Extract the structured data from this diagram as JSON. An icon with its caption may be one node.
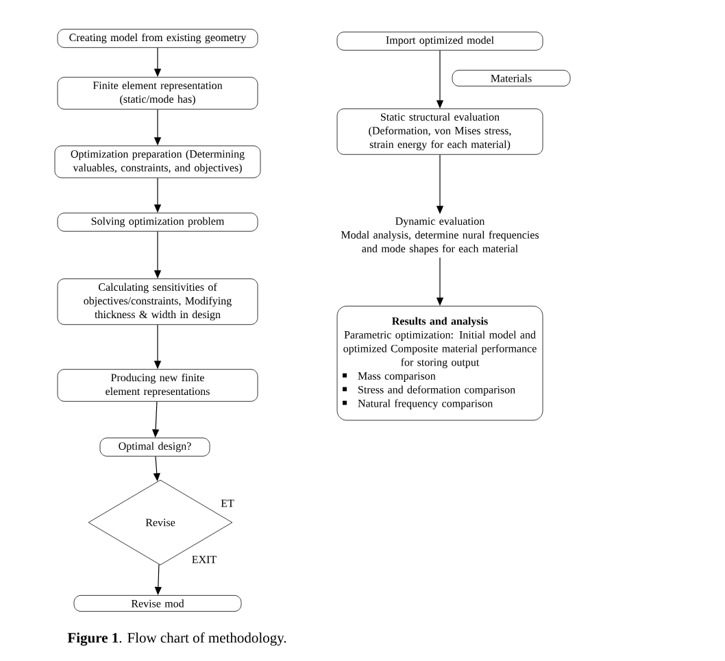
{
  "diagram": {
    "caption": "**Figure 1**. Flow chart of methodology.",
    "nodes": [
      {
        "text": [
          "Creating model from existing geometry"
        ]
      },
      {
        "text": [
          "Finite element representation (static/mode has)"
        ]
      },
      {
        "text": [
          "Optimization preparation (Determining valuables, constraints, and objectives)"
        ]
      },
      {
        "text": [
          "Solving optimization problem"
        ]
      },
      {
        "text": [
          "Calculating sensitivities of objectives/constraints, Modifying thickness & width in design"
        ]
      },
      {
        "text": [
          "Producing new finite element representations"
        ]
      },
      {
        "text": [
          "Optimal design?"
        ]
      },
      {
        "text": [
          "Revise"
        ]
      },
      {
        "text": [
          "Revise mod"
        ]
      },
      {
        "text": [
          "Import optimized model"
        ]
      },
      {
        "text": [
          "Materials"
        ]
      },
      {
        "text": [
          "Static structural evaluation (Deformation, von Mises stress, strain energy for each material)"
        ]
      },
      {
        "text": [
          "Dynamic evaluation",
          "Modal analysis, determine nural frequencies and mode shapes for each material"
        ]
      },
      {
        "text": [
          "Results and analysis",
          "Parametric optimization: Initial model and optimized Composite material performance for storing output",
          "Mass comparison",
          "Stress and deformation comparison",
          "Natural frequency comparison"
        ]
      }
    ],
    "edges": [
      {
        "from": 0,
        "to": 1,
        "arrow": "to"
      },
      {
        "from": 1,
        "to": 2,
        "arrow": "to"
      },
      {
        "from": 2,
        "to": 3,
        "arrow": "to"
      },
      {
        "from": 3,
        "to": 4,
        "arrow": "to"
      },
      {
        "from": 4,
        "to": 5,
        "arrow": "to"
      },
      {
        "from": 5,
        "to": 6,
        "arrow": "to"
      },
      {
        "from": 6,
        "to": 7,
        "arrow": "to"
      },
      {
        "from": 7,
        "to": 8,
        "arrow": "to"
      },
      {
        "from": 9,
        "to": 11,
        "arrow": "to"
      },
      {
        "from": 11,
        "to": 12,
        "arrow": "to"
      },
      {
        "from": 12,
        "to": 13,
        "arrow": "to"
      }
    ],
    "labels": [
      "ET",
      "EXIT"
    ]
  }
}
